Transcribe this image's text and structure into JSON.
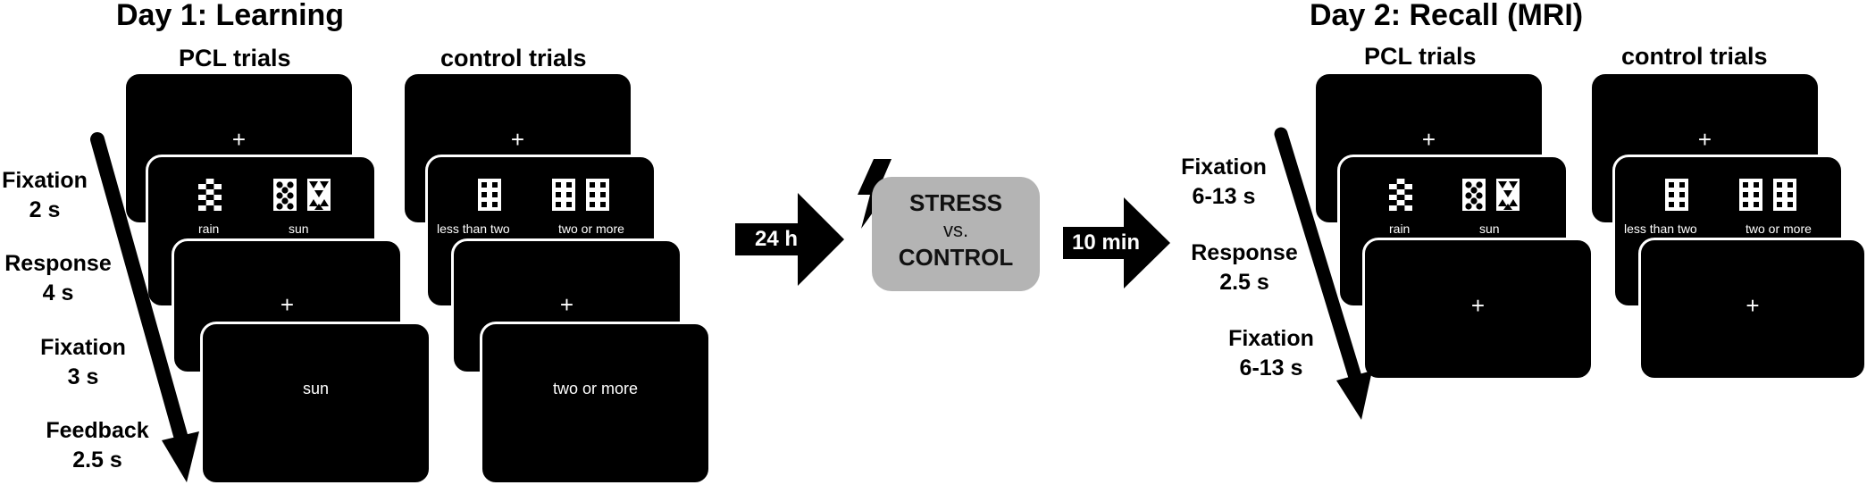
{
  "day1": {
    "title": "Day 1: Learning",
    "pcl_title": "PCL trials",
    "control_title": "control trials",
    "fixation_symbol": "+",
    "pcl_labels": {
      "left": "rain",
      "right": "sun"
    },
    "control_labels": {
      "left": "less than two",
      "right": "two or more"
    },
    "pcl_feedback": "sun",
    "control_feedback": "two or more",
    "timeline": [
      {
        "phase": "Fixation",
        "duration": "2 s"
      },
      {
        "phase": "Response",
        "duration": "4 s"
      },
      {
        "phase": "Fixation",
        "duration": "3 s"
      },
      {
        "phase": "Feedback",
        "duration": "2.5 s"
      }
    ]
  },
  "delay1": {
    "label": "24 h"
  },
  "manipulation": {
    "line1": "STRESS",
    "line2": "vs.",
    "line3": "CONTROL",
    "icon": "lightning-bolt-icon"
  },
  "delay2": {
    "label": "10 min"
  },
  "day2": {
    "title": "Day 2: Recall (MRI)",
    "pcl_title": "PCL trials",
    "control_title": "control trials",
    "fixation_symbol": "+",
    "pcl_labels": {
      "left": "rain",
      "right": "sun"
    },
    "control_labels": {
      "left": "less than two",
      "right": "two or more"
    },
    "timeline": [
      {
        "phase": "Fixation",
        "duration": "6-13 s"
      },
      {
        "phase": "Response",
        "duration": "2.5 s"
      },
      {
        "phase": "Fixation",
        "duration": "6-13 s"
      }
    ]
  },
  "colors": {
    "screen": "#000000",
    "stress_box": "#b4b4b4",
    "background": "#ffffff"
  }
}
